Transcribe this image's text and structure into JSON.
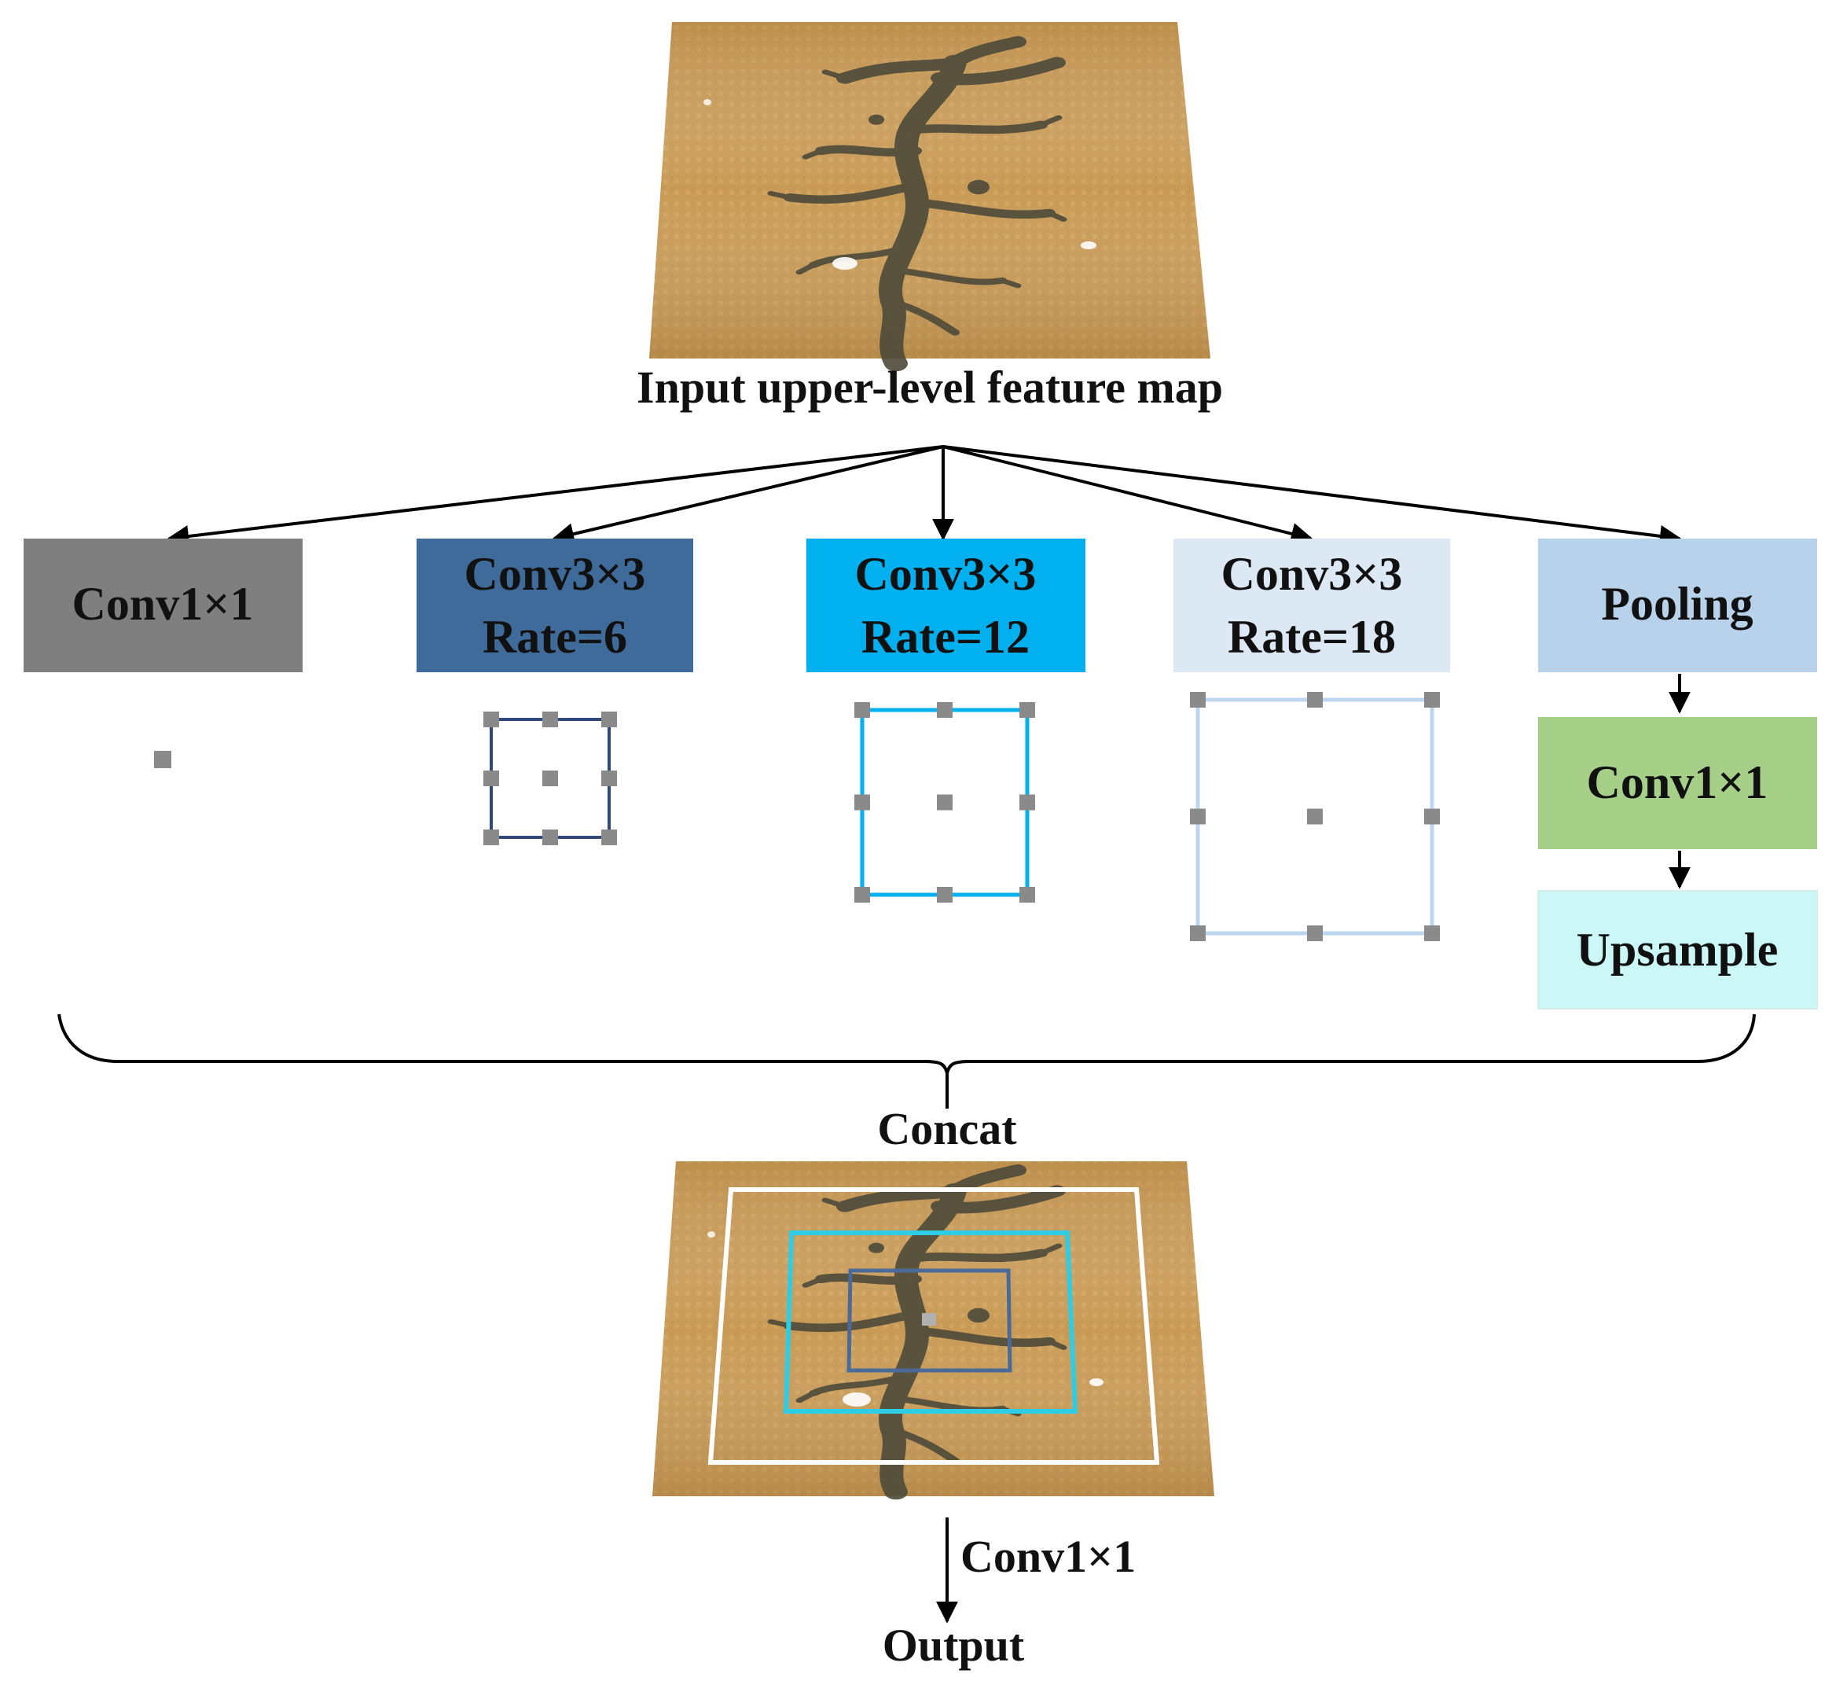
{
  "input": {
    "caption": "Input upper-level feature map"
  },
  "branches": [
    {
      "lines": [
        "Conv1×1"
      ],
      "fill": "#7f7f7f",
      "text_color": "#111111"
    },
    {
      "lines": [
        "Conv3×3",
        "Rate=6"
      ],
      "fill": "#3e6b9a",
      "text_color": "#111111"
    },
    {
      "lines": [
        "Conv3×3",
        "Rate=12"
      ],
      "fill": "#00b0ef",
      "text_color": "#111111"
    },
    {
      "lines": [
        "Conv3×3",
        "Rate=18"
      ],
      "fill": "#dce9f5",
      "text_color": "#111111"
    },
    {
      "lines": [
        "Pooling"
      ],
      "fill": "#b8d2ec",
      "text_color": "#111111"
    }
  ],
  "pooling_chain": [
    {
      "label": "Conv1×1",
      "fill": "#a6cf88"
    },
    {
      "label": "Upsample",
      "fill": "#ccf7f7"
    }
  ],
  "kernel_colors": {
    "rate6": "#2f4a7a",
    "rate12": "#00b0ef",
    "rate18": "#bcd6f0",
    "dot": "#8a8a8a"
  },
  "concat": {
    "label": "Concat"
  },
  "final": {
    "conv_label": "Conv1×1",
    "output_label": "Output"
  },
  "overlay_colors": {
    "outer": "#ffffff",
    "middle": "#2ecde6",
    "inner": "#4a6a9a"
  },
  "colors": {
    "line": "#000000",
    "map_base": "#c89a55",
    "map_dark": "#4d4a3a"
  }
}
